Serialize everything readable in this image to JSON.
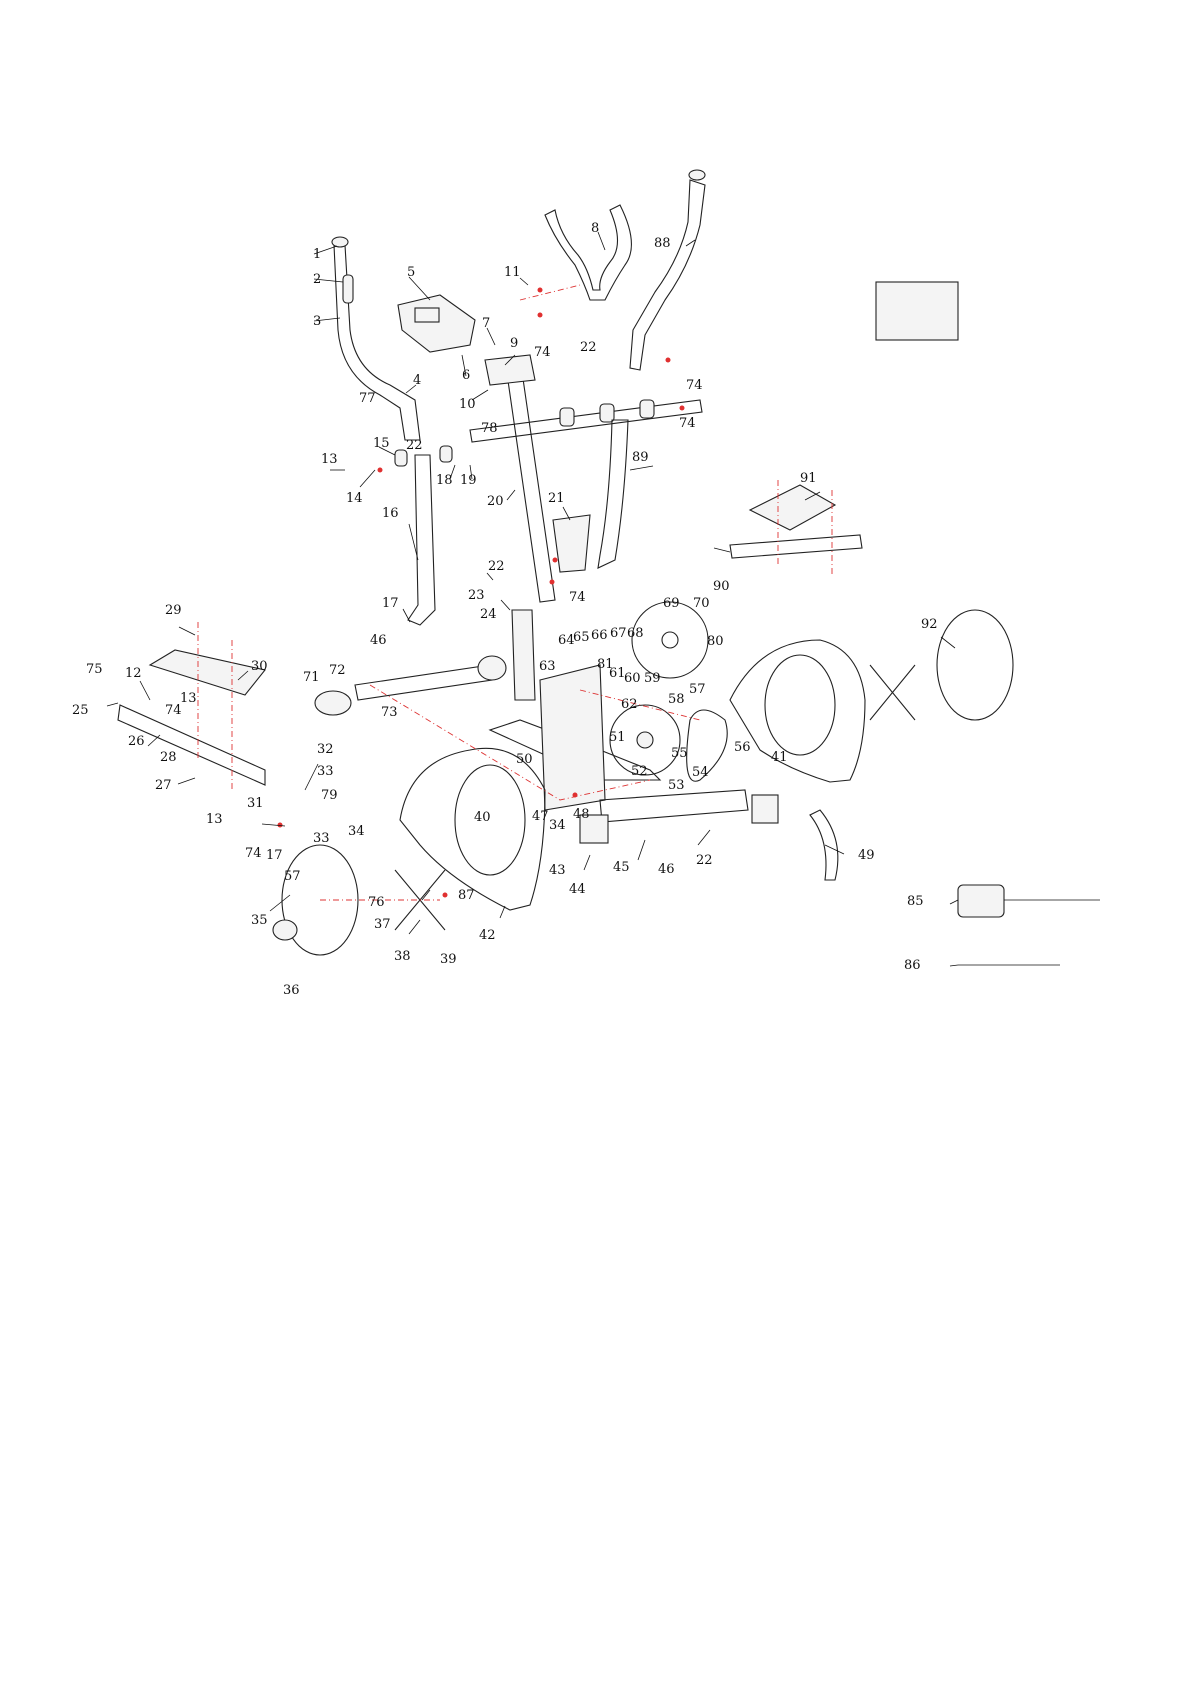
{
  "labels": [
    "1",
    "2",
    "3",
    "4",
    "5",
    "6",
    "7",
    "8",
    "9",
    "10",
    "11",
    "12",
    "13",
    "13",
    "13",
    "14",
    "15",
    "16",
    "17",
    "17",
    "18",
    "19",
    "20",
    "21",
    "22",
    "22",
    "22",
    "22",
    "23",
    "24",
    "25",
    "26",
    "27",
    "28",
    "29",
    "30",
    "31",
    "32",
    "33",
    "33",
    "34",
    "34",
    "35",
    "36",
    "37",
    "38",
    "39",
    "40",
    "41",
    "42",
    "43",
    "44",
    "45",
    "46",
    "46",
    "47",
    "48",
    "49",
    "50",
    "51",
    "52",
    "53",
    "54",
    "55",
    "56",
    "57",
    "57",
    "58",
    "59",
    "60",
    "61",
    "62",
    "63",
    "64",
    "65",
    "66",
    "67",
    "68",
    "69",
    "70",
    "71",
    "72",
    "73",
    "74",
    "74",
    "74",
    "74",
    "74",
    "74",
    "75",
    "76",
    "77",
    "78",
    "79",
    "80",
    "81",
    "85",
    "86",
    "87",
    "88",
    "89",
    "90",
    "91",
    "92"
  ],
  "colors": {
    "line": "#222222",
    "dash": "#d33333",
    "hardware": "#e03030"
  }
}
